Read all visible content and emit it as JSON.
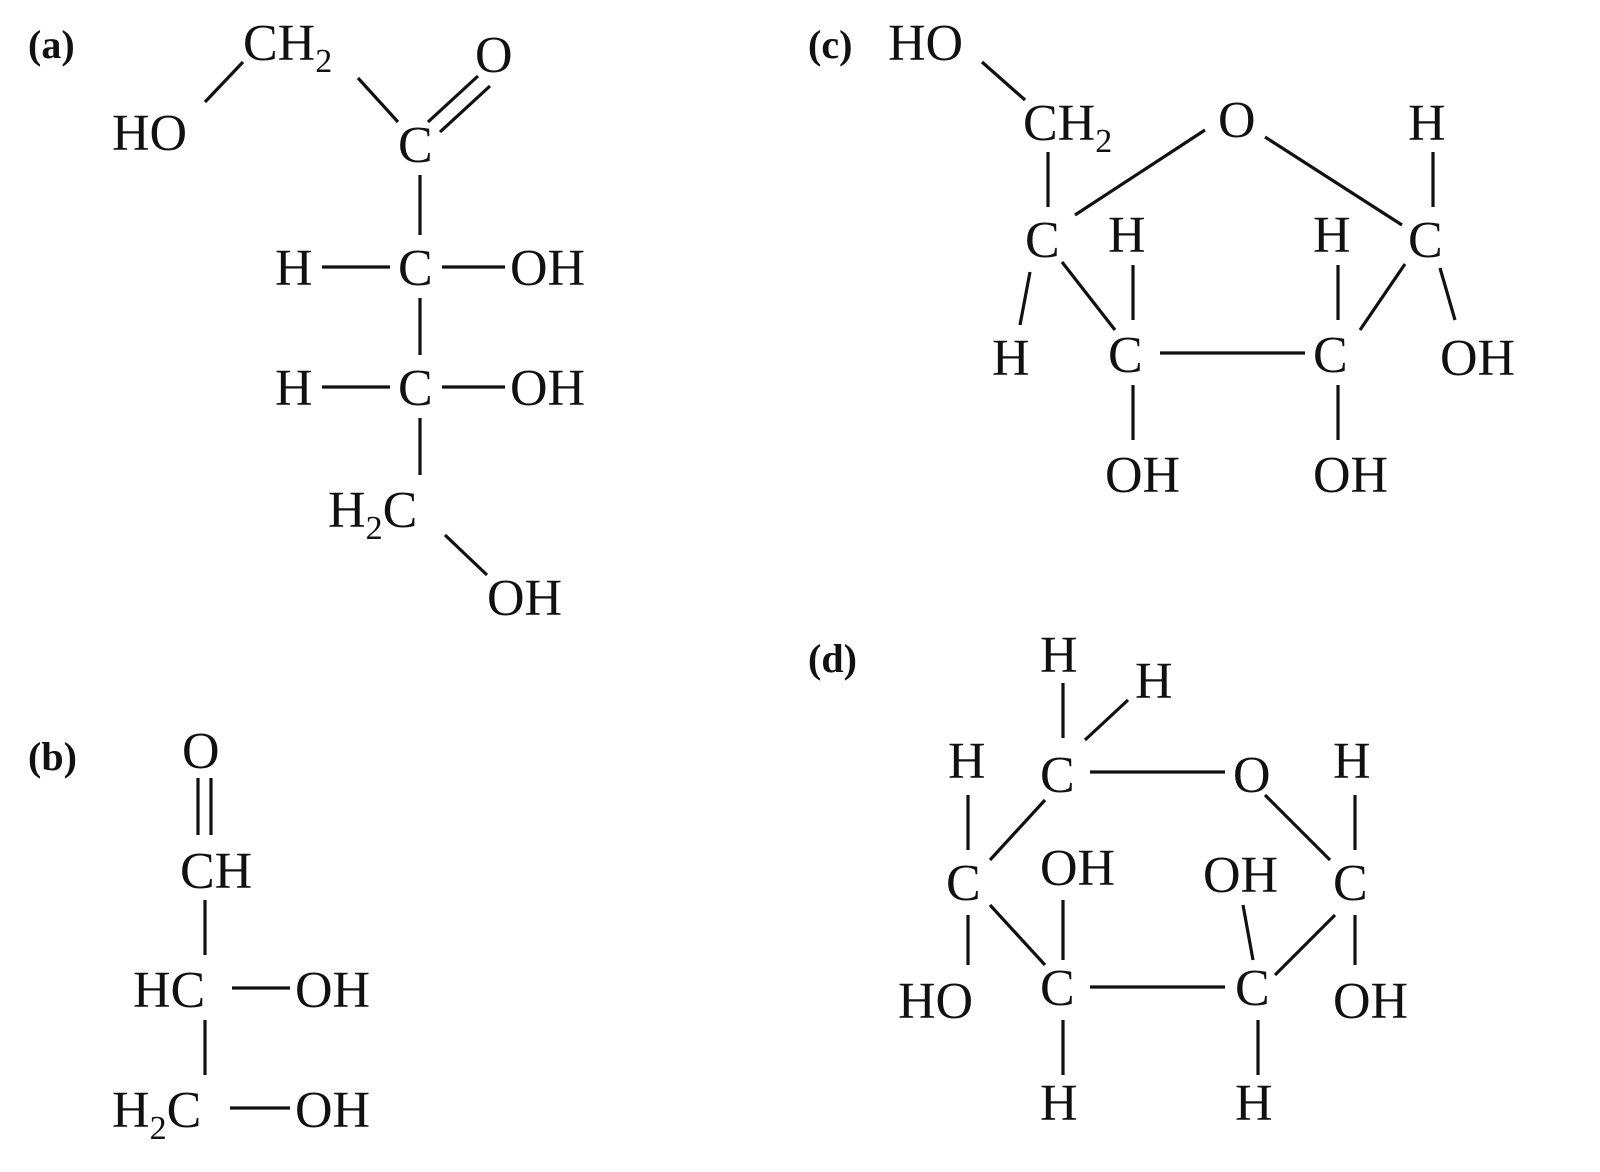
{
  "panels": {
    "a": {
      "label": "(a)",
      "atoms": [
        "CH",
        "2",
        "O",
        "HO",
        "C",
        "H",
        "C",
        "OH",
        "H",
        "C",
        "OH",
        "H",
        "2",
        "C",
        "OH"
      ]
    },
    "b": {
      "label": "(b)",
      "atoms": [
        "O",
        "CH",
        "HC",
        "OH",
        "H",
        "2",
        "C",
        "OH"
      ]
    },
    "c": {
      "label": "(c)",
      "atoms": [
        "HO",
        "CH",
        "2",
        "O",
        "H",
        "C",
        "H",
        "H",
        "C",
        "H",
        "C",
        "C",
        "OH",
        "OH",
        "OH"
      ]
    },
    "d": {
      "label": "(d)",
      "atoms": [
        "H",
        "H",
        "H",
        "C",
        "O",
        "H",
        "C",
        "OH",
        "OH",
        "C",
        "HO",
        "C",
        "C",
        "OH",
        "H",
        "H"
      ]
    }
  }
}
